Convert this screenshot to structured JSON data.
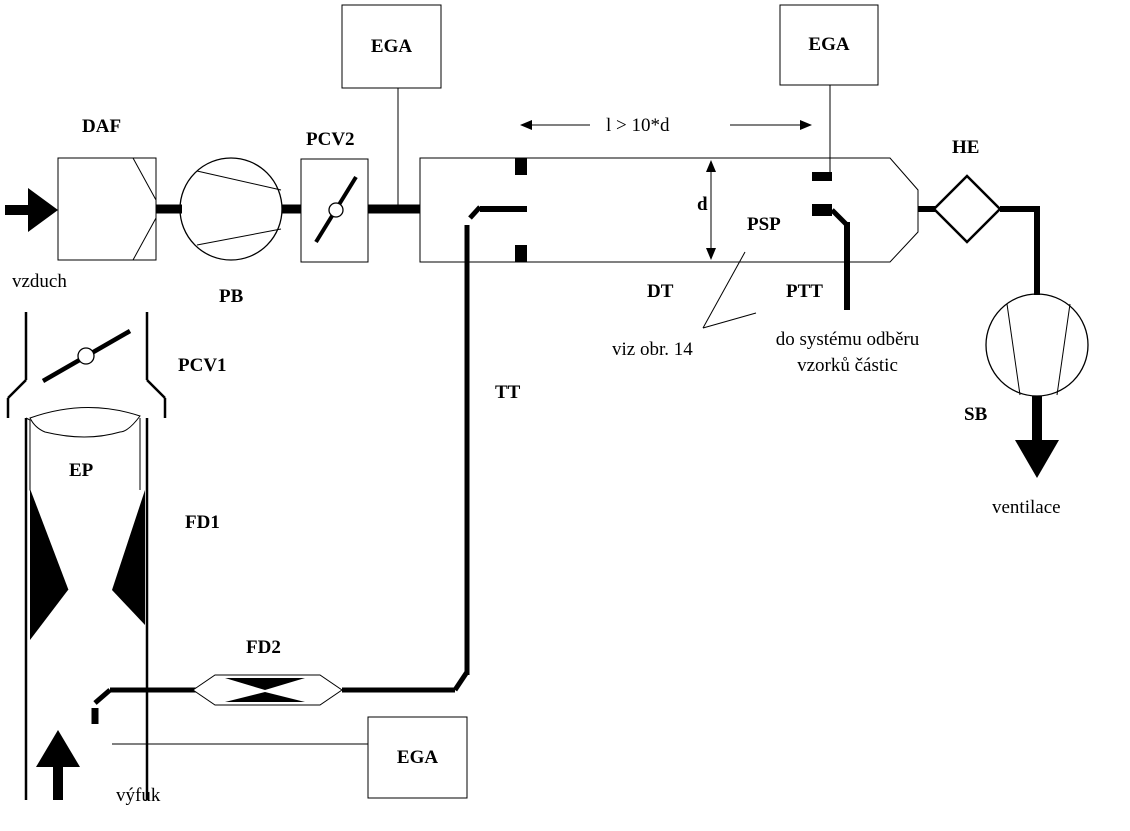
{
  "labels": {
    "daf": "DAF",
    "pcv2": "PCV2",
    "pcv1": "PCV1",
    "pb": "PB",
    "he": "HE",
    "dt": "DT",
    "psp": "PSP",
    "ptt": "PTT",
    "tt": "TT",
    "ep": "EP",
    "fd1": "FD1",
    "fd2": "FD2",
    "sb": "SB",
    "d": "d",
    "ega_top_left": "EGA",
    "ega_top_right": "EGA",
    "ega_bottom": "EGA",
    "length_rule": "l > 10*d",
    "vzduch": "vzduch",
    "ventilace": "ventilace",
    "vyfuk": "výfuk",
    "viz_obr": "viz obr. 14",
    "odber_line1": "do systému odběru",
    "odber_line2": "vzorků částic"
  }
}
